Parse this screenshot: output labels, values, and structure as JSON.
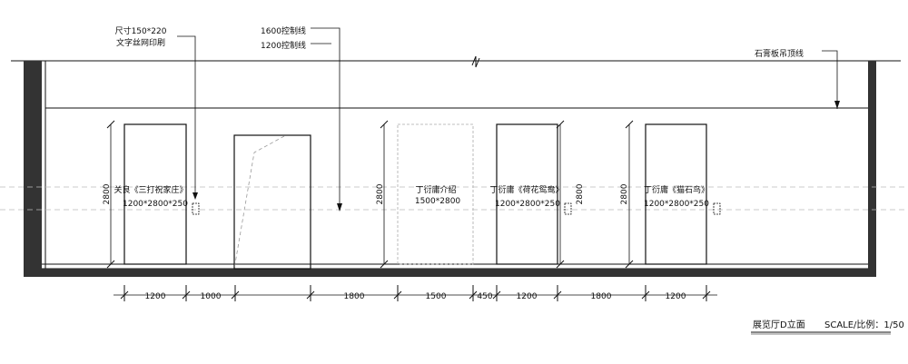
{
  "annotations": {
    "size_note_line1": "尺寸150*220",
    "size_note_line2": "文字丝网印刷",
    "control_line_1600": "1600控制线",
    "control_line_1200": "1200控制线",
    "ceiling_line": "石膏板吊顶线"
  },
  "panels": [
    {
      "name": "关良《三打祝家庄》",
      "size": "1200*2800*250",
      "height": "2800"
    },
    {
      "name": "丁衍庸介绍",
      "size": "1500*2800",
      "height": "2800"
    },
    {
      "name": "丁衍庸《荷花鸳鸯》",
      "size": "1200*2800*250",
      "height": "2800"
    },
    {
      "name": "丁衍庸《猫石鸟》",
      "size": "1200*2800*250",
      "height": "2800"
    }
  ],
  "bottom_dimensions": [
    "1200",
    "1000",
    "1800",
    "1500",
    "450",
    "1200",
    "1800",
    "1200"
  ],
  "title_block": {
    "name": "展览厅D立面",
    "scale": "SCALE/比例：1/50"
  }
}
